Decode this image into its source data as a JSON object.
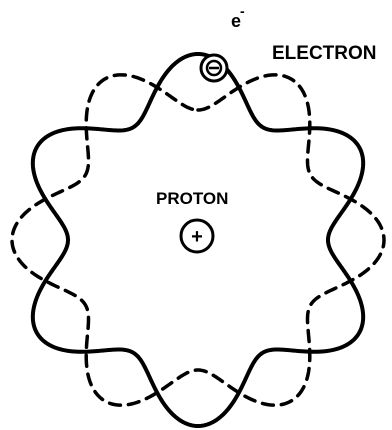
{
  "diagram": {
    "labels": {
      "electron": "ELECTRON",
      "electron_symbol": "e",
      "electron_charge": "-",
      "proton": "PROTON",
      "proton_symbol": "+"
    },
    "wave": {
      "lobes": 6,
      "solid_phase_deg": 0,
      "dashed_phase_deg": 30
    },
    "colors": {
      "ink": "#000000",
      "background": "#ffffff"
    }
  }
}
